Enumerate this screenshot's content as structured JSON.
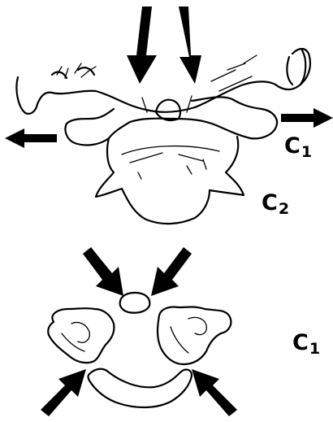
{
  "labels": {
    "top_right": {
      "base": "C",
      "sub": "1"
    },
    "top_lower": {
      "base": "C",
      "sub": "2"
    },
    "bottom_right": {
      "base": "C",
      "sub": "1"
    }
  }
}
